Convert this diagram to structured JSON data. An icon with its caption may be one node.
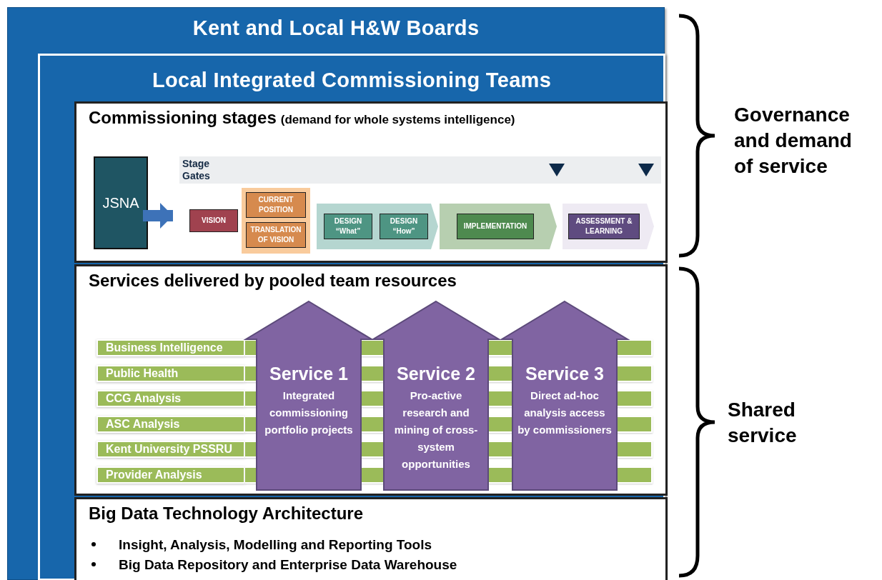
{
  "diagram": {
    "nodes": [
      {
        "text": [
          "Kent and Local H&W Boards"
        ]
      },
      {
        "text": [
          "Local Integrated Commissioning Teams"
        ],
        "in": 0
      },
      {
        "text": [
          "Commissioning stages",
          "(demand for whole systems intelligence)"
        ],
        "in": 1
      },
      {
        "text": [
          "Stage Gates"
        ],
        "in": 2
      },
      {
        "text": [
          "JSNA"
        ],
        "in": 2
      },
      {
        "text": [
          "VISION"
        ],
        "in": 2
      },
      {
        "text": [],
        "shape": "box",
        "in": 2
      },
      {
        "text": [
          "CURRENT POSITION"
        ],
        "in": 6
      },
      {
        "text": [
          "TRANSLATION OF VISION"
        ],
        "in": 6
      },
      {
        "text": [],
        "shape": "chevron",
        "in": 2
      },
      {
        "text": [
          "DESIGN “What”"
        ],
        "in": 9
      },
      {
        "text": [
          "DESIGN “How”"
        ],
        "in": 9
      },
      {
        "text": [],
        "shape": "chevron",
        "in": 2
      },
      {
        "text": [
          "IMPLEMENTATION"
        ],
        "in": 12
      },
      {
        "text": [],
        "shape": "chevron",
        "in": 2
      },
      {
        "text": [
          "ASSESSMENT & LEARNING"
        ],
        "in": 14
      },
      {
        "text": [
          "Services delivered by pooled team resources"
        ],
        "in": 1
      },
      {
        "text": [
          "Business Intelligence"
        ],
        "in": 16
      },
      {
        "text": [
          "Public Health"
        ],
        "in": 16
      },
      {
        "text": [
          "CCG Analysis"
        ],
        "in": 16
      },
      {
        "text": [
          "ASC Analysis"
        ],
        "in": 16
      },
      {
        "text": [
          "Kent University PSSRU"
        ],
        "in": 16
      },
      {
        "text": [
          "Provider Analysis"
        ],
        "in": 16
      },
      {
        "text": [
          "Service 1",
          "Integrated commissioning portfolio projects"
        ],
        "in": 16
      },
      {
        "text": [
          "Service 2",
          "Pro-active research and mining of cross-system opportunities"
        ],
        "in": 16
      },
      {
        "text": [
          "Service 3",
          "Direct ad-hoc analysis access by commissioners"
        ],
        "in": 16
      },
      {
        "text": [
          "Big Data Technology Architecture",
          "Insight, Analysis, Modelling and Reporting Tools",
          "Big Data Repository and Enterprise Data Warehouse"
        ],
        "in": 1
      }
    ],
    "edges": [
      {
        "from": 4,
        "to": 5,
        "arrow": "to",
        "color": "#3d72b8"
      }
    ],
    "labels": [
      "Governance and demand of service",
      "Shared service"
    ]
  }
}
